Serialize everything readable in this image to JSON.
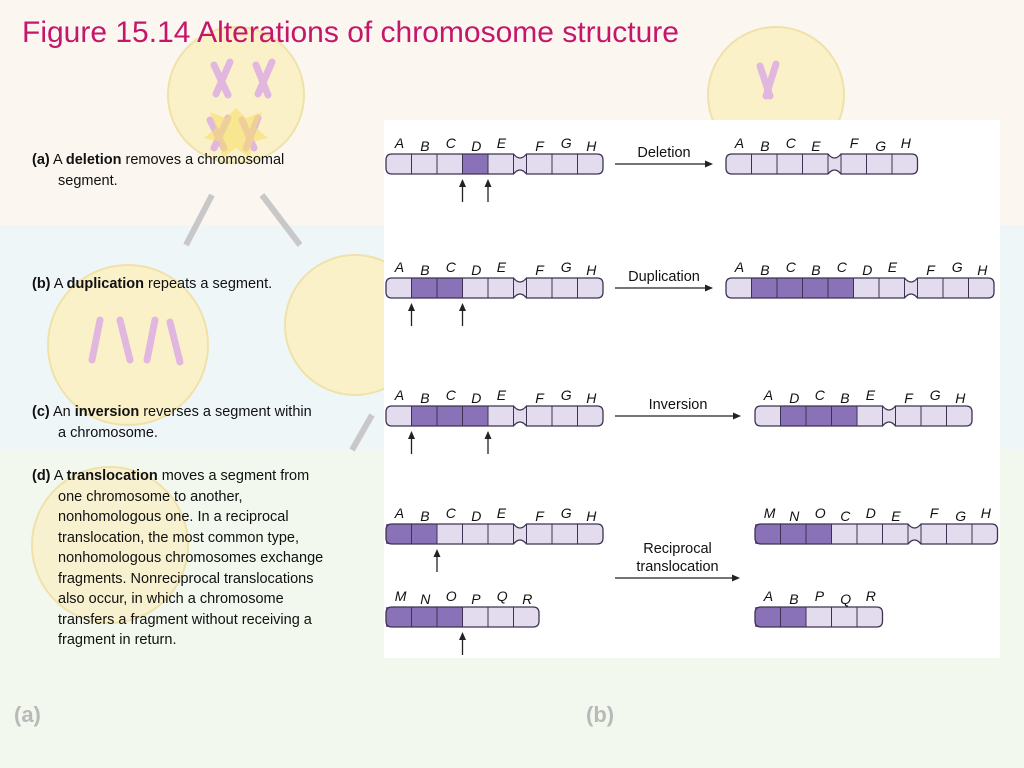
{
  "slide": {
    "title": "Figure 15.14 Alterations of chromosome structure",
    "background_labels": [
      "(a)",
      "(b)"
    ]
  },
  "descriptions": {
    "a": {
      "tag": "(a)",
      "pre": "A ",
      "term": "deletion",
      "line1": " removes a chromosomal",
      "line2": "segment."
    },
    "b": {
      "tag": "(b)",
      "pre": "A ",
      "term": "duplication",
      "line1": " repeats a segment."
    },
    "c": {
      "tag": "(c)",
      "pre": "An ",
      "term": "inversion",
      "line1": " reverses a segment within",
      "line2": "a chromosome."
    },
    "d": {
      "tag": "(d)",
      "pre": "A ",
      "term": "translocation",
      "line1": " moves a segment from",
      "rest": [
        "one chromosome to another,",
        "nonhomologous one. In a reciprocal",
        "translocation, the most common type,",
        "nonhomologous chromosomes exchange",
        "fragments. Nonreciprocal translocations",
        "also occur, in which a chromosome",
        "transfers a fragment without receiving a",
        "fragment in return."
      ]
    }
  },
  "colors": {
    "light_segment": "#e3dcee",
    "dark_segment": "#8a72b8",
    "outline": "#3d3350",
    "arrow": "#222222",
    "title": "#c4166a"
  },
  "processes": [
    {
      "label": [
        "Deletion"
      ],
      "before": [
        {
          "segments": [
            "A",
            "B",
            "C",
            "D",
            "E",
            "F",
            "G",
            "H"
          ],
          "dark": [
            "D"
          ]
        }
      ],
      "after": [
        {
          "segments": [
            "A",
            "B",
            "C",
            "E",
            "F",
            "G",
            "H"
          ],
          "dark": []
        }
      ],
      "arrows_under": [
        "D",
        "E"
      ]
    },
    {
      "label": [
        "Duplication"
      ],
      "before": [
        {
          "segments": [
            "A",
            "B",
            "C",
            "D",
            "E",
            "F",
            "G",
            "H"
          ],
          "dark": [
            "B",
            "C"
          ]
        }
      ],
      "after": [
        {
          "segments": [
            "A",
            "B",
            "C",
            "B",
            "C",
            "D",
            "E",
            "F",
            "G",
            "H"
          ],
          "dark": [
            "B",
            "C",
            "B",
            "C"
          ]
        }
      ],
      "arrows_under": [
        "B",
        "D"
      ]
    },
    {
      "label": [
        "Inversion"
      ],
      "before": [
        {
          "segments": [
            "A",
            "B",
            "C",
            "D",
            "E",
            "F",
            "G",
            "H"
          ],
          "dark": [
            "B",
            "C",
            "D"
          ]
        }
      ],
      "after": [
        {
          "segments": [
            "A",
            "D",
            "C",
            "B",
            "E",
            "F",
            "G",
            "H"
          ],
          "dark": [
            "D",
            "C",
            "B"
          ]
        }
      ],
      "arrows_under": [
        "B",
        "E"
      ]
    },
    {
      "label": [
        "Reciprocal",
        "translocation"
      ],
      "before": [
        {
          "segments": [
            "A",
            "B",
            "C",
            "D",
            "E",
            "F",
            "G",
            "H"
          ],
          "dark": [
            "A",
            "B"
          ]
        },
        {
          "segments": [
            "M",
            "N",
            "O",
            "P",
            "Q",
            "R"
          ],
          "dark": [
            "M",
            "N",
            "O"
          ]
        }
      ],
      "after": [
        {
          "segments": [
            "M",
            "N",
            "O",
            "C",
            "D",
            "E",
            "F",
            "G",
            "H"
          ],
          "dark": [
            "M",
            "N",
            "O"
          ]
        },
        {
          "segments": [
            "A",
            "B",
            "P",
            "Q",
            "R"
          ],
          "dark": [
            "A",
            "B"
          ]
        }
      ],
      "arrows_under": [
        "C",
        "P"
      ]
    }
  ]
}
